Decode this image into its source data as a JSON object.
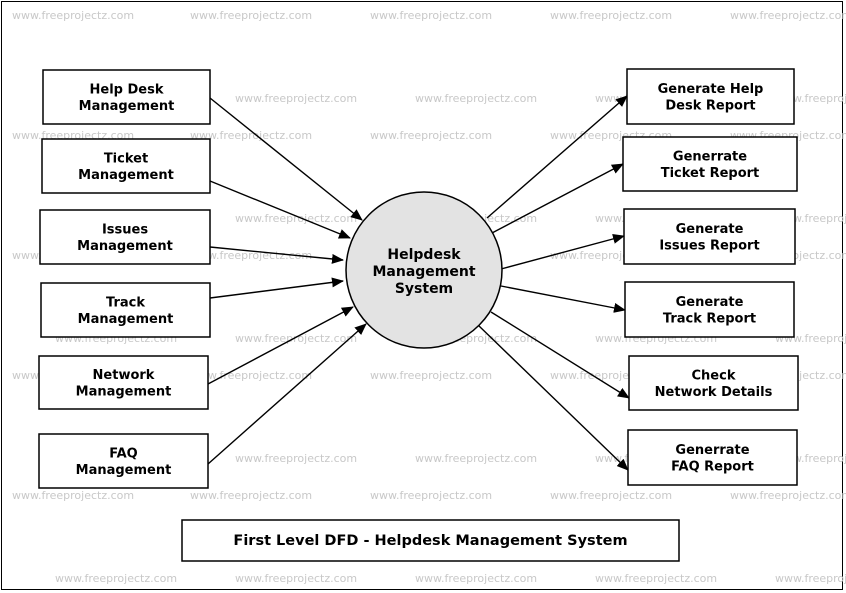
{
  "watermark": "www.freeprojectz.com",
  "center": {
    "lines": [
      "Helpdesk",
      "Management",
      "System"
    ]
  },
  "inputs": [
    {
      "id": "help-desk-management",
      "lines": [
        "Help Desk",
        "Management"
      ]
    },
    {
      "id": "ticket-management",
      "lines": [
        "Ticket",
        "Management"
      ]
    },
    {
      "id": "issues-management",
      "lines": [
        "Issues",
        "Management"
      ]
    },
    {
      "id": "track-management",
      "lines": [
        "Track",
        "Management"
      ]
    },
    {
      "id": "network-management",
      "lines": [
        "Network",
        "Management"
      ]
    },
    {
      "id": "faq-management",
      "lines": [
        "FAQ",
        "Management"
      ]
    }
  ],
  "outputs": [
    {
      "id": "generate-help-desk-report",
      "lines": [
        "Generate Help",
        "Desk Report"
      ]
    },
    {
      "id": "generrate-ticket-report",
      "lines": [
        "Generrate",
        "Ticket Report"
      ]
    },
    {
      "id": "generate-issues-report",
      "lines": [
        "Generate",
        "Issues Report"
      ]
    },
    {
      "id": "generate-track-report",
      "lines": [
        "Generate",
        "Track Report"
      ]
    },
    {
      "id": "check-network-details",
      "lines": [
        "Check",
        "Network Details"
      ]
    },
    {
      "id": "generrate-faq-report",
      "lines": [
        "Generrate",
        "FAQ Report"
      ]
    }
  ],
  "title": "First Level DFD - Helpdesk Management System"
}
